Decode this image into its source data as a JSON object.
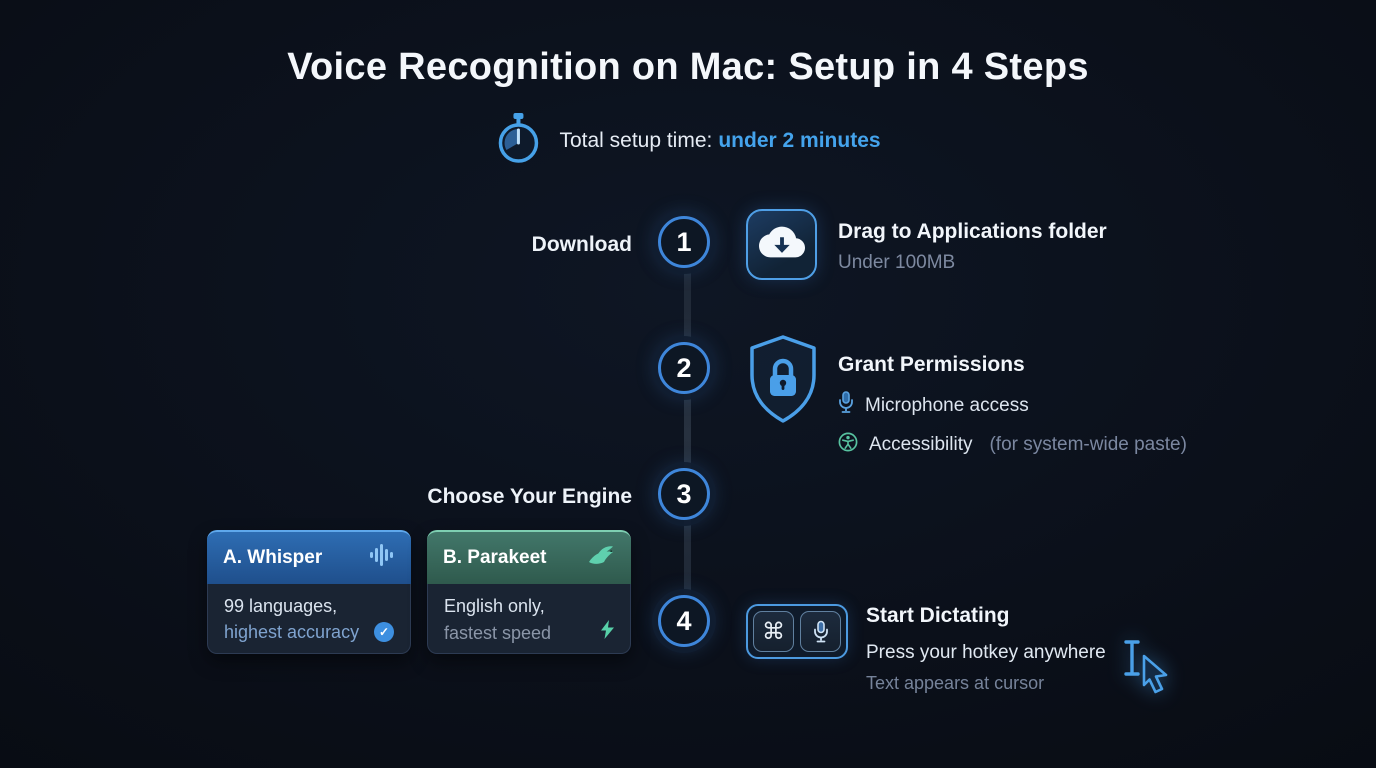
{
  "header": {
    "title": "Voice Recognition on Mac: Setup in 4 Steps",
    "setup_time_label": "Total setup time:",
    "setup_time_value": "under 2 minutes"
  },
  "steps": [
    {
      "number": "1",
      "side_label": "Download",
      "title": "Drag to Applications folder",
      "subtitle": "Under 100MB"
    },
    {
      "number": "2",
      "title": "Grant Permissions",
      "bullets": [
        {
          "icon": "microphone-icon",
          "text": "Microphone access",
          "note": ""
        },
        {
          "icon": "accessibility-icon",
          "text": "Accessibility",
          "note": "(for system-wide paste)"
        }
      ]
    },
    {
      "number": "3",
      "side_label": "Choose Your Engine",
      "cards": [
        {
          "label": "A. Whisper",
          "icon": "waveform-icon",
          "line1": "99 languages,",
          "line2": "highest accuracy",
          "badge": "checkmark"
        },
        {
          "label": "B. Parakeet",
          "icon": "bird-icon",
          "line1": "English only,",
          "line2": "fastest speed",
          "badge": "lightning"
        }
      ]
    },
    {
      "number": "4",
      "title": "Start Dictating",
      "line1": "Press your hotkey anywhere",
      "line2": "Text appears at cursor",
      "keys": {
        "key1": "⌘",
        "key2_icon": "microphone-icon"
      }
    }
  ],
  "colors": {
    "background": "#0b0f18",
    "accent_blue": "#46a1e8",
    "circle_border": "#3e86da",
    "gray_text": "#7d89a0",
    "teal_accent": "#5fd0ae",
    "whisper_header": "#2e6db3",
    "parakeet_header": "#42776a"
  }
}
